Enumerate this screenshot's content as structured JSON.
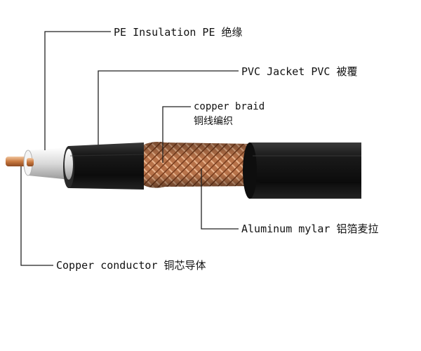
{
  "diagram": {
    "labels": {
      "pe_insulation": "PE Insulation PE 绝缘",
      "pvc_jacket": "PVC Jacket PVC 被覆",
      "copper_braid_en": "copper braid",
      "copper_braid_cn": "铜线编织",
      "aluminum_mylar": "Aluminum mylar 铝箔麦拉",
      "copper_conductor": "Copper conductor 铜芯导体"
    },
    "colors": {
      "jacket": "#141414",
      "insulation": "#e8e8e8",
      "braid": "#c98a5e",
      "conductor": "#d08a55",
      "leader_line": "#222222"
    }
  }
}
